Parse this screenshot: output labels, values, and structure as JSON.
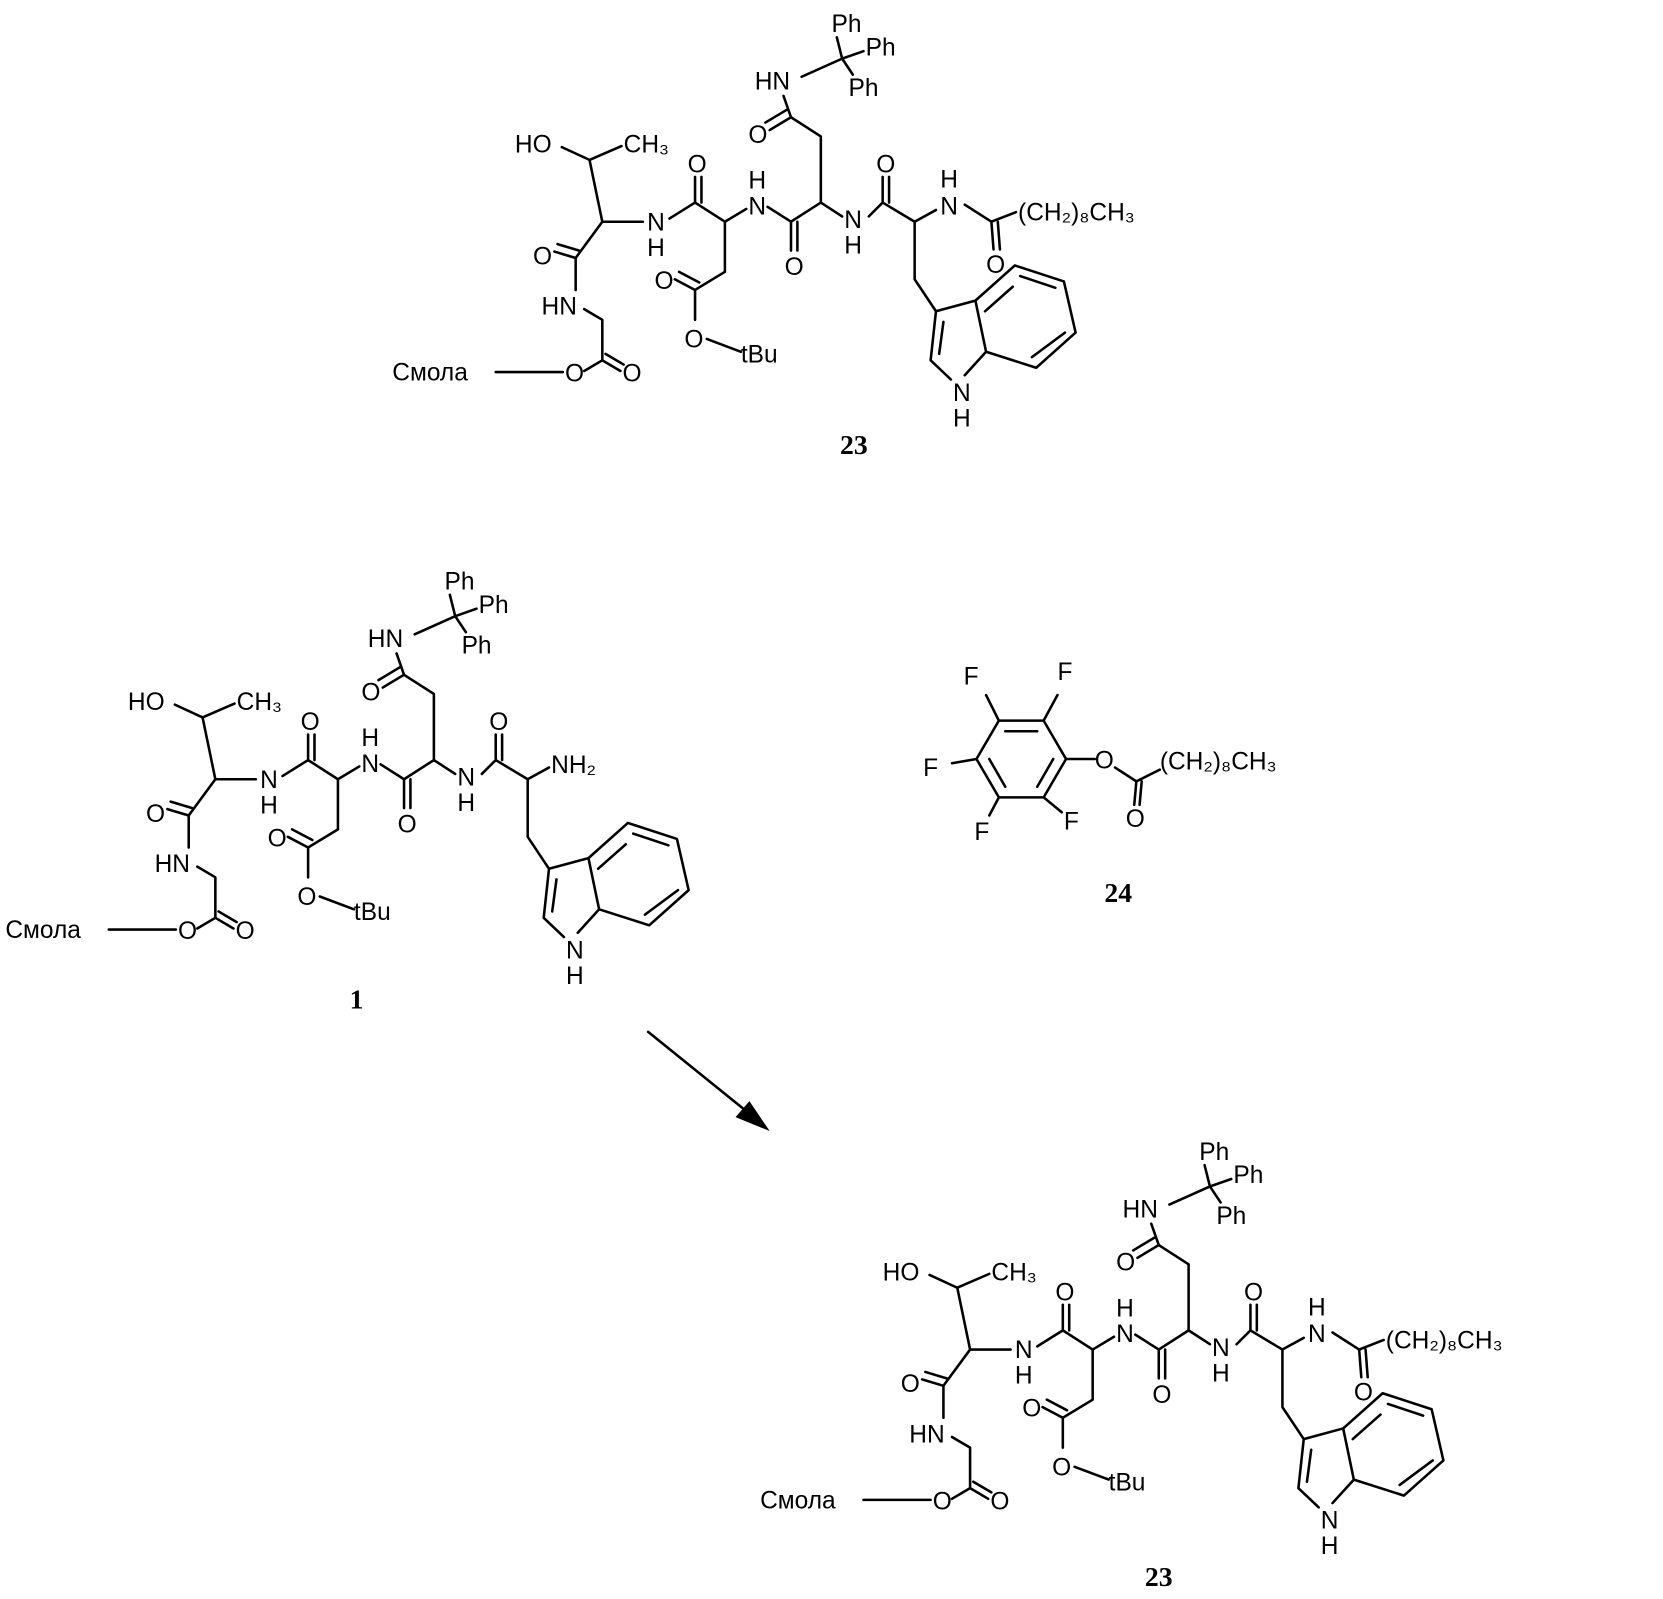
{
  "labels": {
    "ph": "Ph",
    "hn": "HN",
    "n": "N",
    "h": "H",
    "o": "O",
    "ho": "HO",
    "ch3": "CH₃",
    "tbu": "tBu",
    "resin": "Смола",
    "chain": "(CH₂)₈CH₃",
    "nh2": "NH₂",
    "f": "F"
  },
  "compounds": {
    "product_top": "23",
    "starting_material": "1",
    "reagent": "24",
    "product_bottom": "23"
  }
}
